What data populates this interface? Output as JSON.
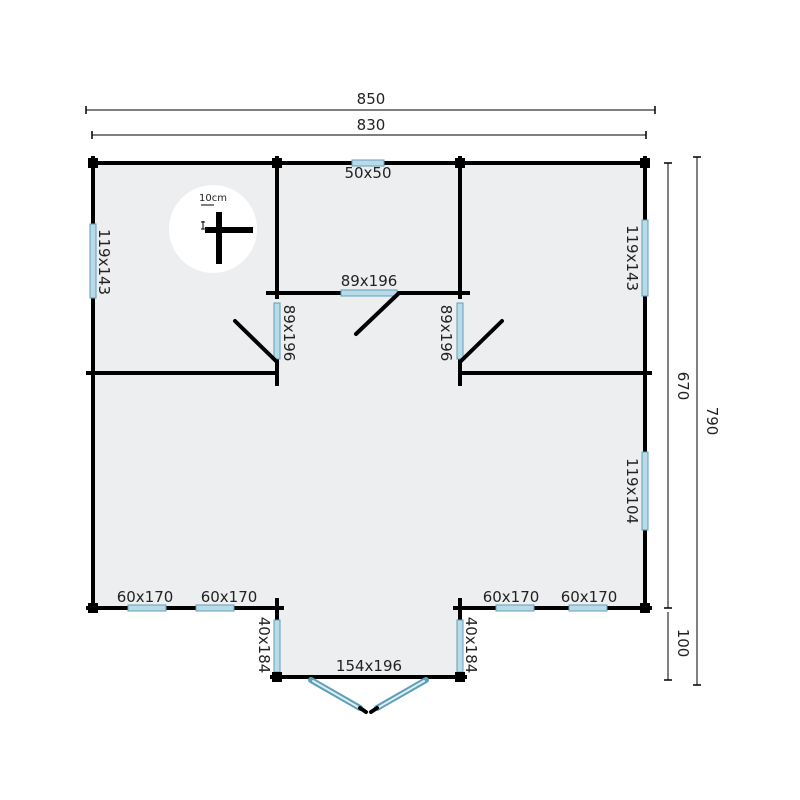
{
  "dimensions": {
    "outer_width": "850",
    "inner_width": "830",
    "depth_main": "670",
    "depth_total": "790",
    "porch_depth": "100"
  },
  "scale_badge": {
    "label": "10cm"
  },
  "openings": {
    "window_top": "50x50",
    "window_left": "119x143",
    "window_right_top": "119x143",
    "window_right_mid": "119x104",
    "door_middle": "89x196",
    "door_left_room": "89x196",
    "door_right_room": "89x196",
    "window_front_1": "60x170",
    "window_front_2": "60x170",
    "window_front_3": "60x170",
    "window_front_4": "60x170",
    "window_porch_left": "40x184",
    "window_porch_right": "40x184",
    "door_main": "154x196"
  },
  "colors": {
    "floor": "#eceef0",
    "wall": "#000000",
    "glass": "#b9dbe8"
  }
}
